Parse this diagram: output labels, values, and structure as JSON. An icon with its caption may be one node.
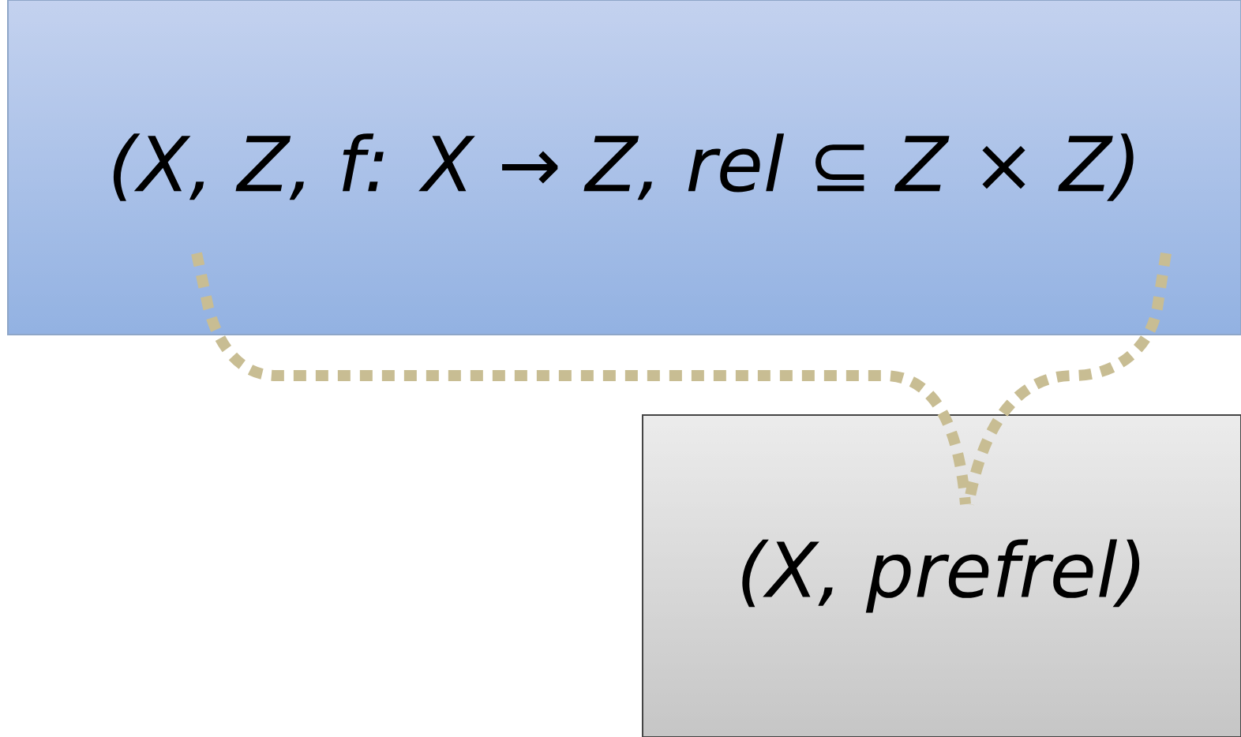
{
  "diagram": {
    "nodes": [
      {
        "text": [
          "(X, Z, f: X → Z, rel ⊆ Z × Z)"
        ]
      },
      {
        "text": [
          "(X, prefrel)"
        ]
      }
    ],
    "edges": [
      {
        "from": 0,
        "to": 1,
        "arrow": "none",
        "style": "dashed"
      },
      {
        "from": 0,
        "to": 1,
        "arrow": "none",
        "style": "dashed"
      }
    ]
  }
}
